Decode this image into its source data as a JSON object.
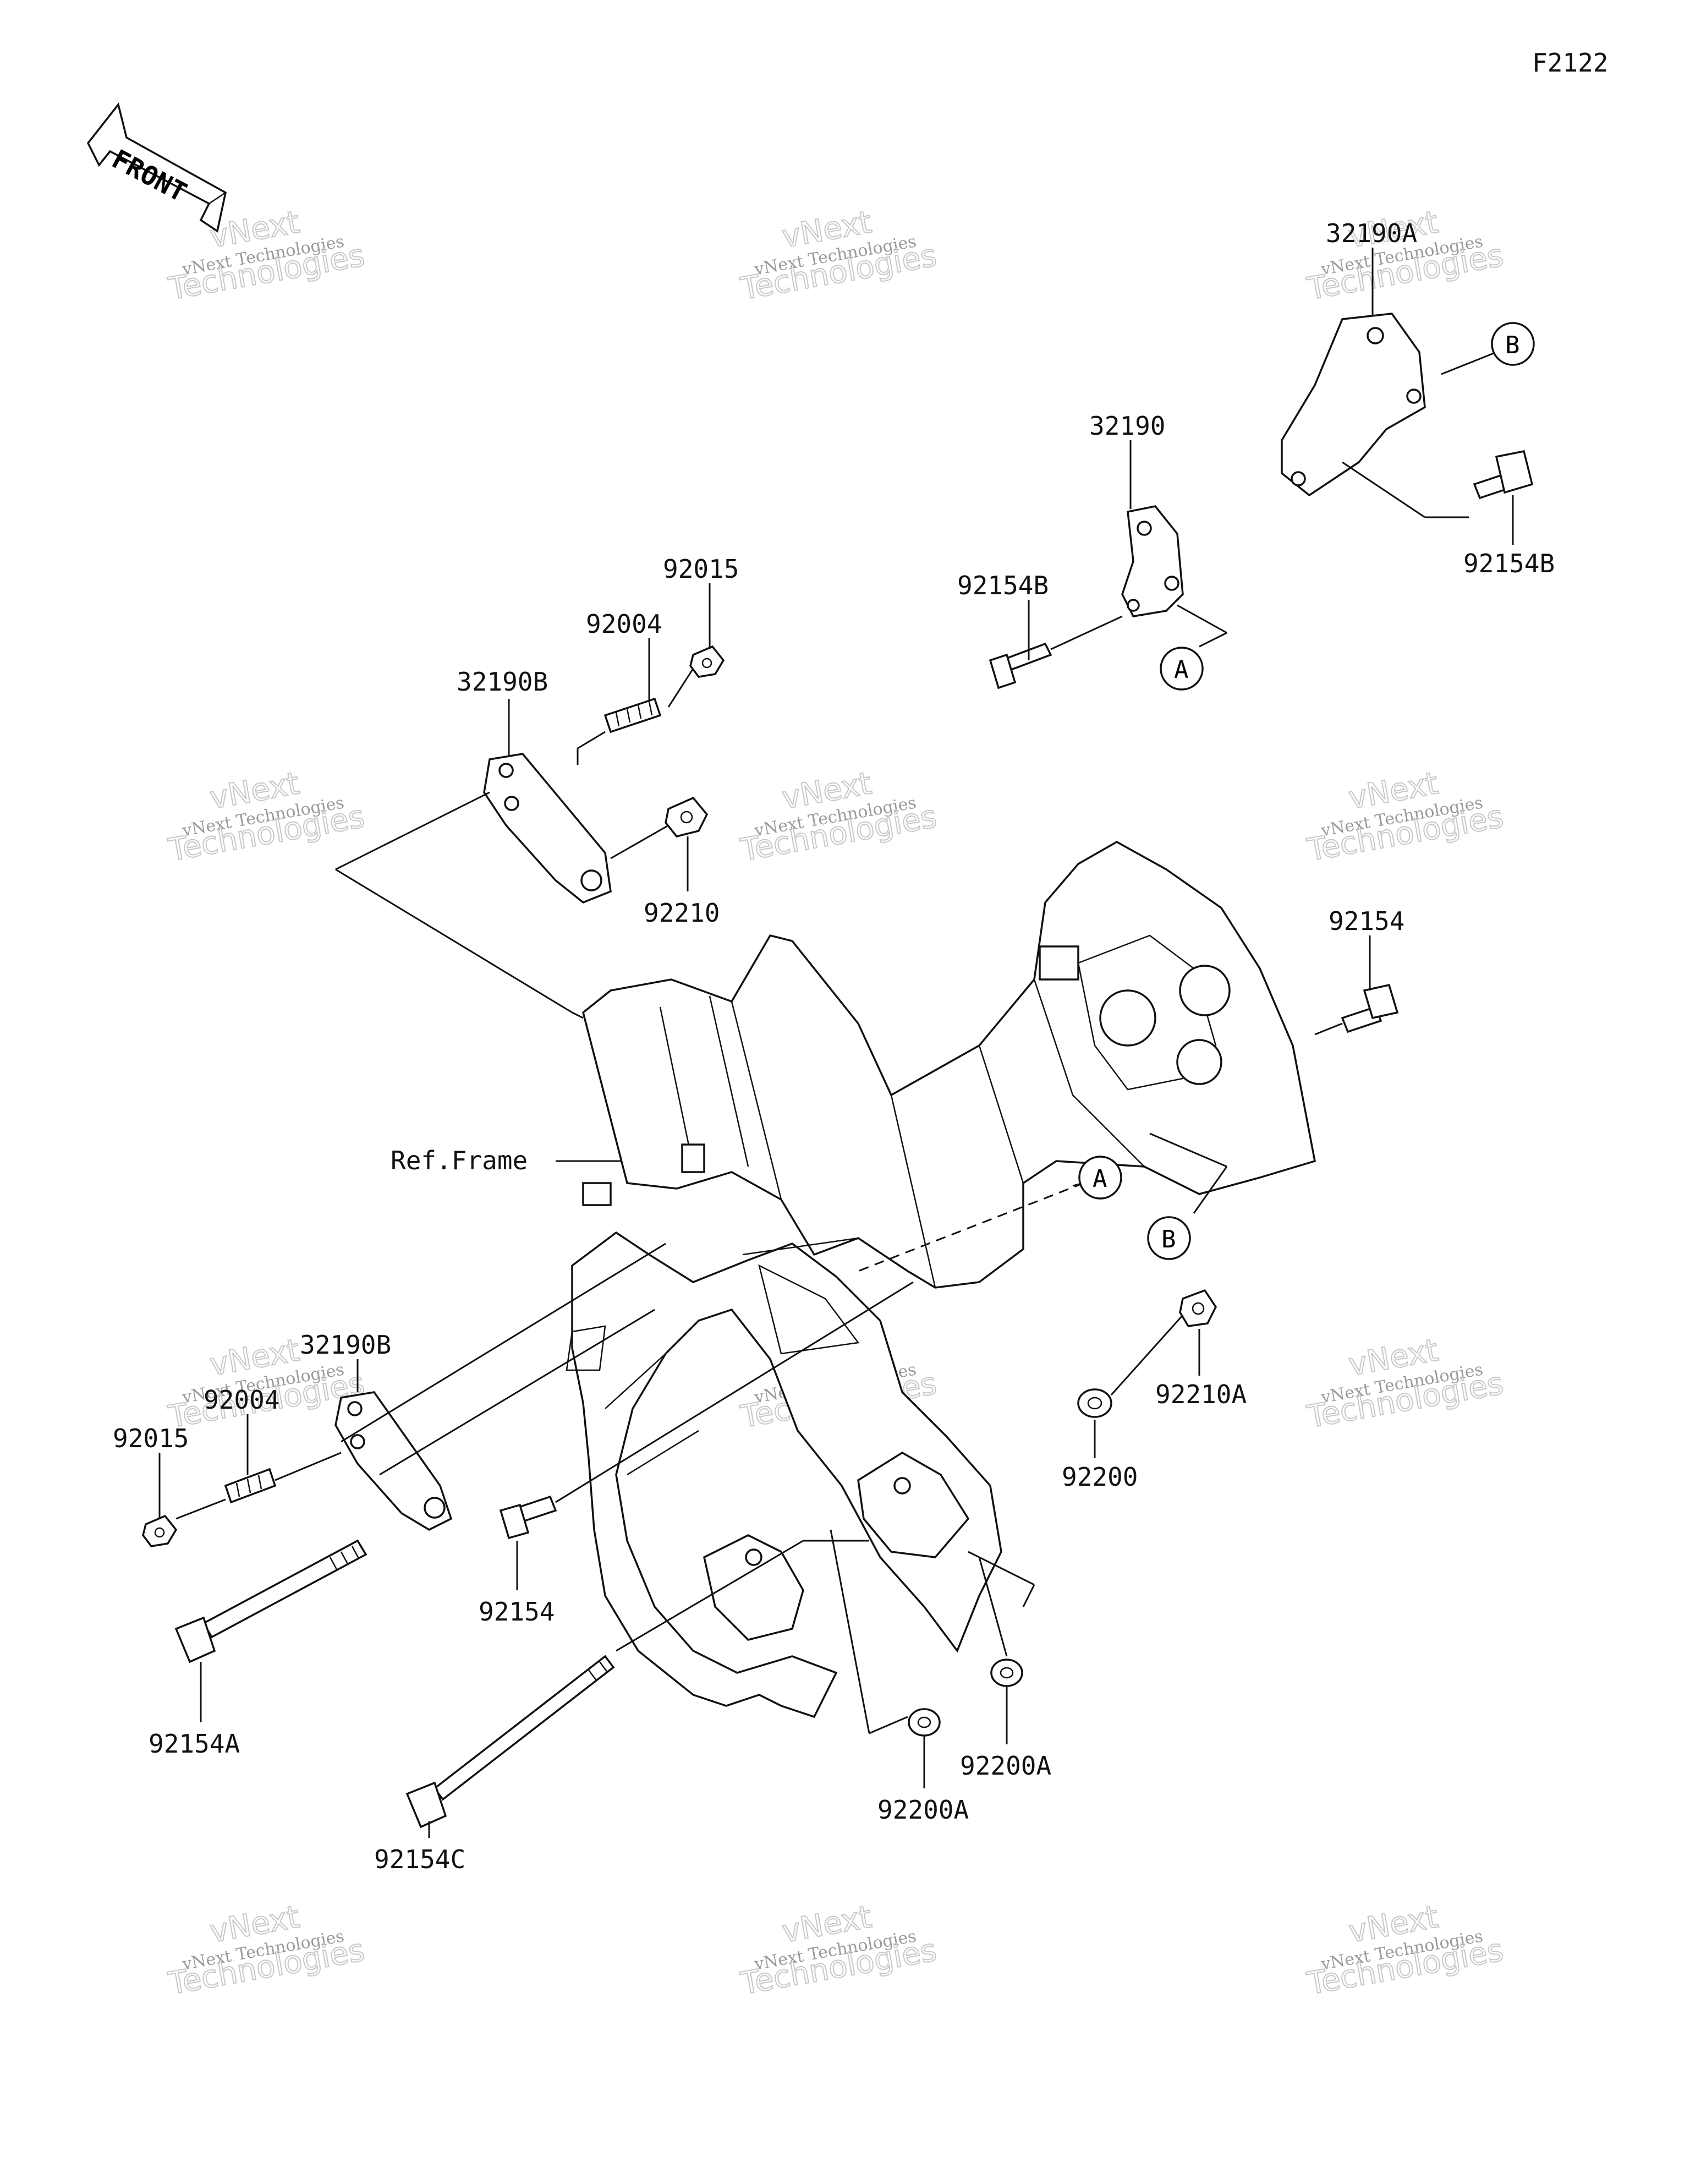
{
  "figure_code": "F2122",
  "front_arrow": {
    "label": "FRONT",
    "icon": "front-arrow-icon"
  },
  "frame_label": "Ref.Frame",
  "connectors": {
    "a": "A",
    "b": "B"
  },
  "watermark": {
    "line1": "vNext Technologies",
    "line2": "vNext",
    "line3": "Technologies"
  },
  "parts": {
    "p32190A": "32190A",
    "p32190": "32190",
    "p92154B_top": "92154B",
    "p92154B_right": "92154B",
    "p92015_top": "92015",
    "p92004_top": "92004",
    "p32190B_top": "32190B",
    "p92210": "92210",
    "p92154_right": "92154",
    "p32190B_low": "32190B",
    "p92004_low": "92004",
    "p92015_low": "92015",
    "p92154_mid": "92154",
    "p92154A": "92154A",
    "p92154C": "92154C",
    "p92200": "92200",
    "p92210A": "92210A",
    "p92200A_right": "92200A",
    "p92200A_low": "92200A"
  }
}
